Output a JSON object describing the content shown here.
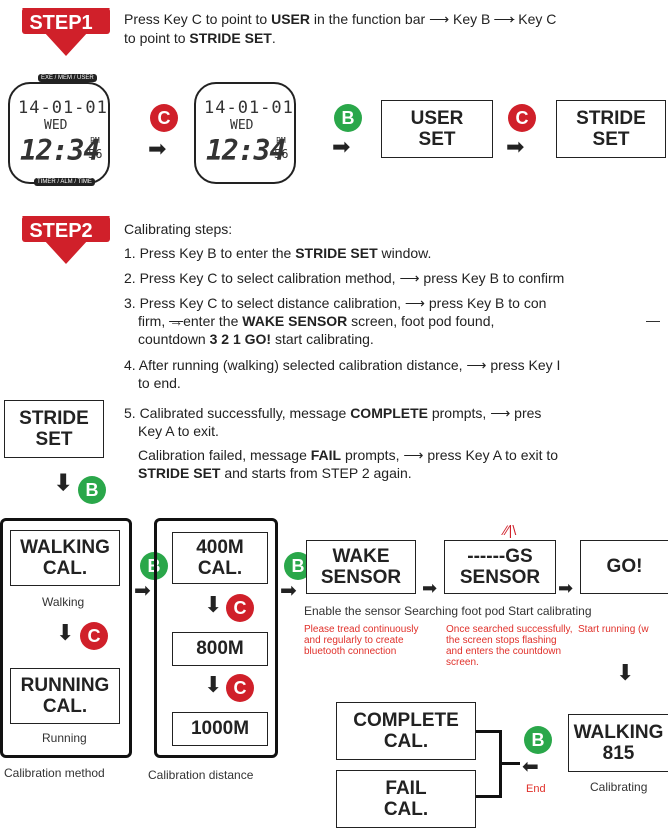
{
  "step1": {
    "badge": "STEP1",
    "line1_a": "Press Key C to point to ",
    "line1_b": "USER",
    "line1_c": " in the function bar ",
    "line1_d": " Key B ",
    "line1_e": " Key C",
    "line2_a": "to point to ",
    "line2_b": "STRIDE SET",
    "line2_c": ".",
    "watch1": {
      "top_tabs": [
        "EXE",
        "MEM",
        "USER"
      ],
      "date": "14-01-01",
      "day": "WED",
      "time": "12:34",
      "pm": "PM",
      "sec": "56",
      "bottom_tabs": [
        "TIMER",
        "ALM",
        "TIME"
      ]
    },
    "watch2": {
      "date": "14-01-01",
      "day": "WED",
      "time": "12:34",
      "pm": "PM",
      "sec": "56"
    },
    "key_c": "C",
    "key_b": "B",
    "user_set": [
      "USER",
      "SET"
    ],
    "stride_set": [
      "STRIDE",
      "SET"
    ]
  },
  "step2": {
    "badge": "STEP2",
    "heading": "Calibrating steps:",
    "s1_a": "1. Press Key B to enter the ",
    "s1_b": "STRIDE SET",
    "s1_c": " window.",
    "s2_a": "2. Press Key C to select calibration method, ",
    "s2_b": " press Key B to confirm",
    "s3_a": "3. Press Key C to select distance calibration, ",
    "s3_b": " press Key B to con",
    "s3_c": "firm, ",
    "s3_d": "enter the ",
    "s3_e": "WAKE SENSOR",
    "s3_f": " screen,   foot pod found,",
    "s3_g": "countdown ",
    "s3_h": "3 2 1 GO!",
    "s3_i": " start calibrating.",
    "s4_a": "4. After running (walking) selected calibration distance, ",
    "s4_b": " press Key I",
    "s4_c": "to end.",
    "s5_a": "5. Calibrated successfully, message ",
    "s5_b": "COMPLETE",
    "s5_c": " prompts, ",
    "s5_d": " pres",
    "s5_e": "Key A to exit.",
    "s6_a": "Calibration failed, message ",
    "s6_b": "FAIL",
    "s6_c": " prompts, ",
    "s6_d": " press Key A to exit to",
    "s6_e": "STRIDE SET",
    "s6_f": " and starts from STEP 2 again."
  },
  "flow": {
    "stride_set": [
      "STRIDE",
      "SET"
    ],
    "walking_cal": [
      "WALKING",
      "CAL."
    ],
    "walking_caption": "Walking",
    "running_cal": [
      "RUNNING",
      "CAL."
    ],
    "running_caption": "Running",
    "method_caption": "Calibration method",
    "d400": [
      "400M",
      "CAL."
    ],
    "d800": "800M",
    "d1000": "1000M",
    "distance_caption": "Calibration distance",
    "wake_sensor": [
      "WAKE",
      "SENSOR"
    ],
    "gs_sensor": [
      "------GS",
      "SENSOR"
    ],
    "go": "GO!",
    "enable_caption": "Enable the sensor Searching foot pod Start calibrating",
    "note1": "Please tread continuously and regularly to create bluetooth connection",
    "note2": "Once searched successfully, the screen stops flashing and enters the countdown screen.",
    "note3": "Start running (w",
    "complete_cal": [
      "COMPLETE",
      "CAL."
    ],
    "fail_cal": [
      "FAIL",
      "CAL."
    ],
    "walking_815": [
      "WALKING",
      "815"
    ],
    "calibrating_caption": "Calibrating",
    "end_caption": "End",
    "key_b": "B",
    "key_c": "C"
  },
  "colors": {
    "red": "#d0202a",
    "green": "#2aa74a",
    "note_red": "#e0302a"
  }
}
